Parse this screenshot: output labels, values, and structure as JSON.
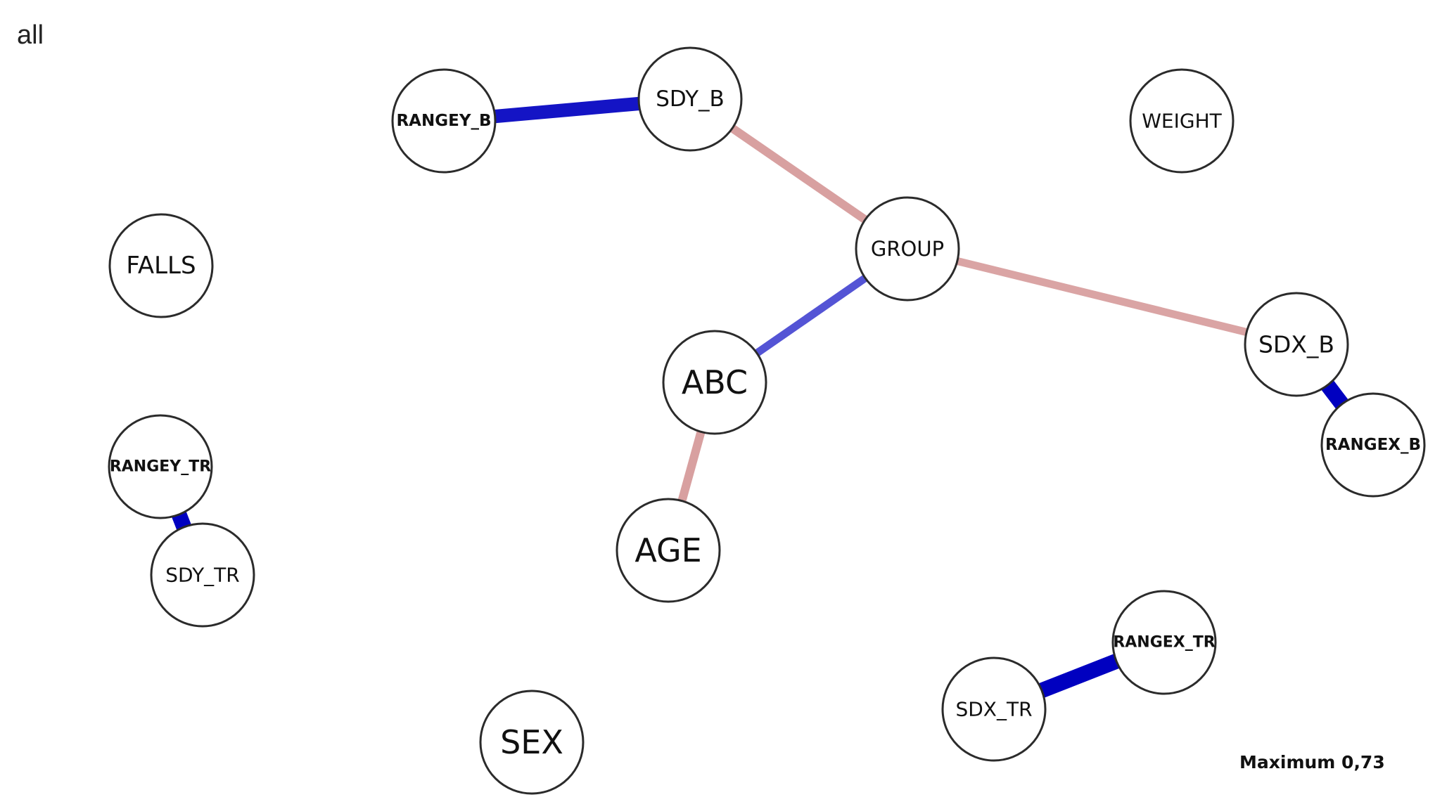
{
  "title": "all",
  "maximum_label": "Maximum 0,73",
  "colors": {
    "positive_edge": "#0000c0",
    "negative_edge": "#c87878",
    "node_fill": "#ffffff",
    "node_stroke": "#2b2b2b"
  },
  "nodes": [
    {
      "id": "RANGEY_B",
      "label": "RANGEY_B"
    },
    {
      "id": "SDY_B",
      "label": "SDY_B"
    },
    {
      "id": "WEIGHT",
      "label": "WEIGHT"
    },
    {
      "id": "FALLS",
      "label": "FALLS"
    },
    {
      "id": "GROUP",
      "label": "GROUP"
    },
    {
      "id": "SDX_B",
      "label": "SDX_B"
    },
    {
      "id": "ABC",
      "label": "ABC"
    },
    {
      "id": "RANGEX_B",
      "label": "RANGEX_B"
    },
    {
      "id": "RANGEY_TR",
      "label": "RANGEY_TR"
    },
    {
      "id": "AGE",
      "label": "AGE"
    },
    {
      "id": "SDY_TR",
      "label": "SDY_TR"
    },
    {
      "id": "RANGEX_TR",
      "label": "RANGEX_TR"
    },
    {
      "id": "SDX_TR",
      "label": "SDX_TR"
    },
    {
      "id": "SEX",
      "label": "SEX"
    }
  ],
  "edges": [
    {
      "from": "RANGEY_B",
      "to": "SDY_B",
      "sign": "positive",
      "strength": 0.6
    },
    {
      "from": "SDY_B",
      "to": "GROUP",
      "sign": "negative",
      "strength": 0.25
    },
    {
      "from": "GROUP",
      "to": "ABC",
      "sign": "positive",
      "strength": 0.2
    },
    {
      "from": "GROUP",
      "to": "SDX_B",
      "sign": "negative",
      "strength": 0.2
    },
    {
      "from": "ABC",
      "to": "AGE",
      "sign": "negative",
      "strength": 0.25
    },
    {
      "from": "SDX_B",
      "to": "RANGEX_B",
      "sign": "positive",
      "strength": 0.73
    },
    {
      "from": "RANGEY_TR",
      "to": "SDY_TR",
      "sign": "positive",
      "strength": 0.73
    },
    {
      "from": "SDX_TR",
      "to": "RANGEX_TR",
      "sign": "positive",
      "strength": 0.73
    }
  ]
}
